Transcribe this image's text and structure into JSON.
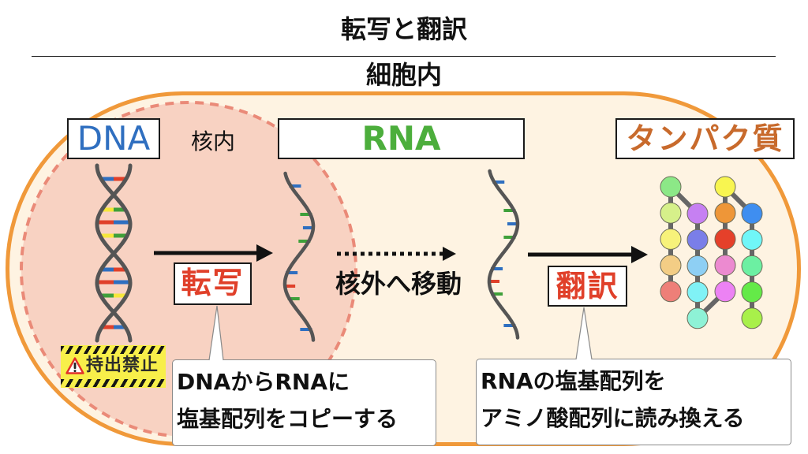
{
  "title": "転写と翻訳",
  "subtitle": "細胞内",
  "nucleus_label": "核内",
  "labels": {
    "dna": "DNA",
    "rna": "RNA",
    "protein": "タンパク質"
  },
  "steps": {
    "transcription": "転写",
    "export": "核外へ移動",
    "translation": "翻訳"
  },
  "warning_badge": {
    "icon": "warning-triangle-icon",
    "text": "持出禁止"
  },
  "callouts": {
    "transcription": {
      "lines": [
        "DNAからRNAに",
        "塩基配列をコピーする"
      ]
    },
    "translation": {
      "lines": [
        "RNAの塩基配列を",
        "アミノ酸配列に読み換える"
      ]
    }
  },
  "colors": {
    "dna_label": "#2f6fc0",
    "rna_label": "#4cae3c",
    "protein_label": "#c86a2c",
    "step_label": "#e0402a",
    "cell_border": "#f0993a",
    "cell_fill": "#fef3e2",
    "nucleus_fill": "#f8d2c2",
    "nucleus_border": "#ea8a78",
    "strand": "#555555",
    "bases": {
      "blue": "#2f6fc0",
      "red": "#e0402a",
      "yellow": "#f5e63a",
      "green": "#3fa03a"
    }
  },
  "dna_base_pairs": [
    [
      "blue",
      "red"
    ],
    [
      "yellow",
      "green"
    ],
    [
      "red",
      "blue"
    ],
    [
      "yellow",
      "green"
    ],
    [
      "blue",
      "red"
    ],
    [
      "red",
      "blue"
    ],
    [
      "green",
      "yellow"
    ],
    [
      "red",
      "blue"
    ]
  ],
  "rna_bases": [
    "blue",
    "green",
    "blue",
    "green",
    "blue",
    "red",
    "green",
    "blue"
  ],
  "protein_chain": [
    [
      "#8ce887",
      "#d6f08a",
      "#f7f27a",
      "#f3cd85",
      "#ee7f78"
    ],
    [
      "#c680f2",
      "#7a7ee8",
      "#8ecff4",
      "#80f2f6",
      "#8ef2d6"
    ],
    [
      "#f8f550",
      "#ee9638",
      "#e5402a",
      "#ec8ad0",
      "#ec82f4"
    ],
    [
      "#3f8ef0",
      "#70f6f8",
      "#6cf0a2",
      "#64ea48",
      "#a8f04a"
    ]
  ]
}
